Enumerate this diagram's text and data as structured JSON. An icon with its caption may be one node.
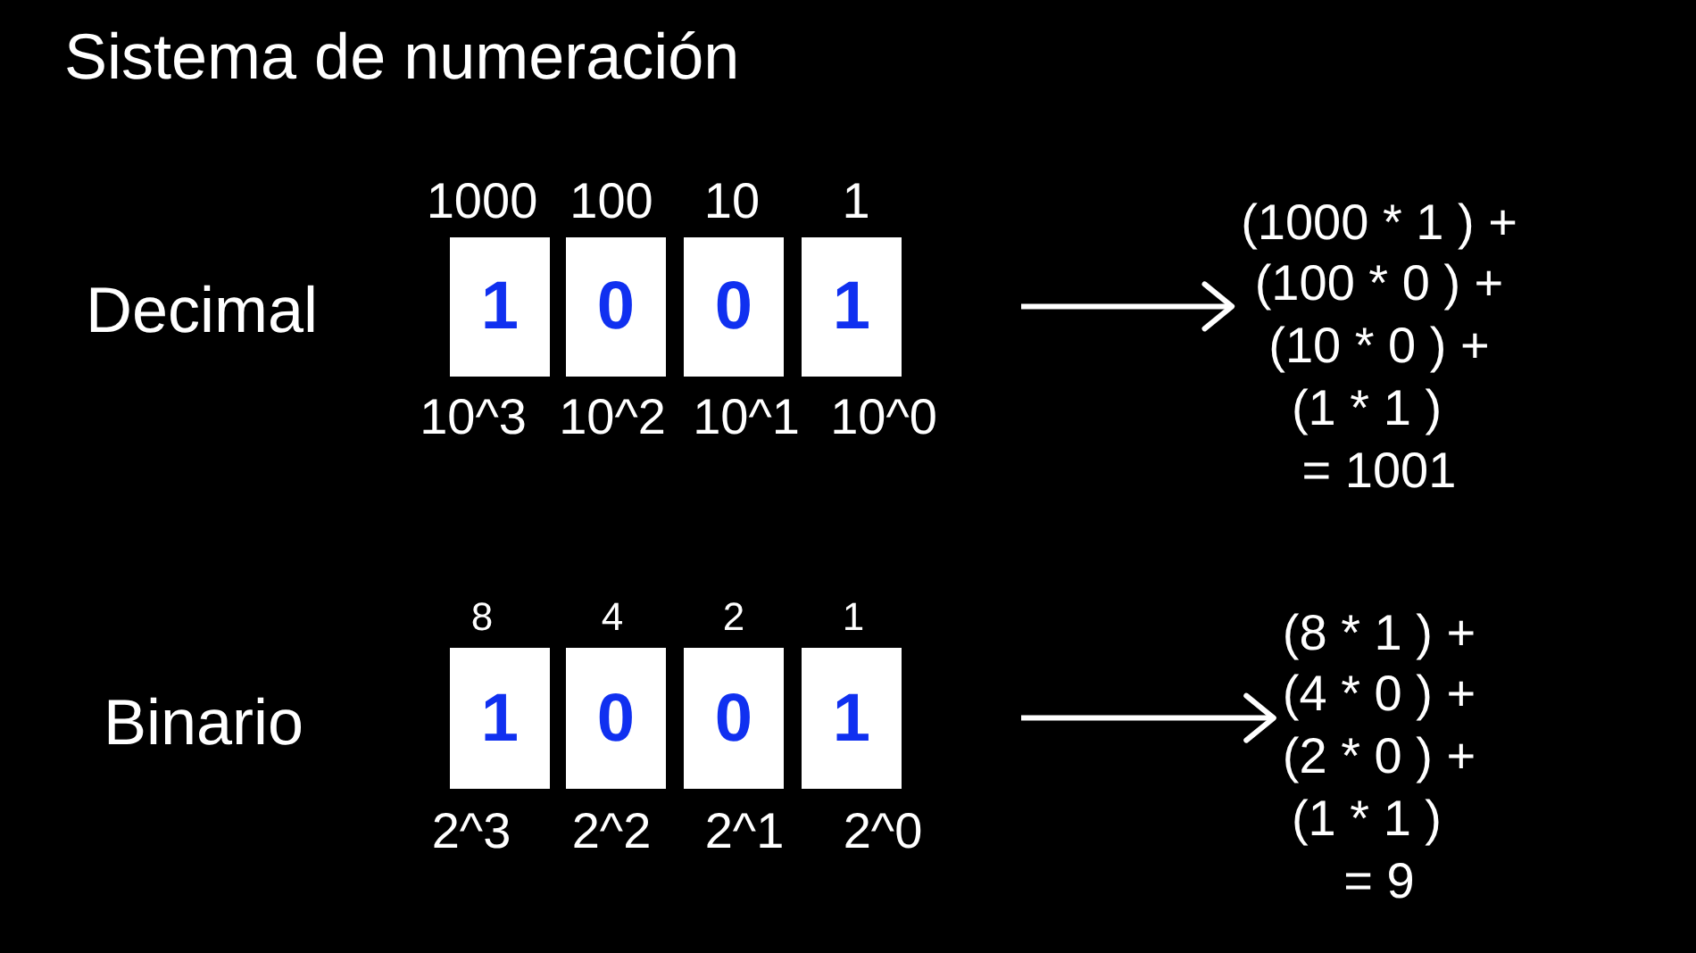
{
  "diagram": {
    "title": "Sistema de numeración",
    "nodes": [
      {
        "text": [
          "1"
        ],
        "beside": [
          "1000",
          "10^3"
        ]
      },
      {
        "text": [
          "0"
        ],
        "beside": [
          "100",
          "10^2"
        ]
      },
      {
        "text": [
          "0"
        ],
        "beside": [
          "10",
          "10^1"
        ]
      },
      {
        "text": [
          "1"
        ],
        "beside": [
          "1",
          "10^0"
        ]
      },
      {
        "text": [
          "(1000 * 1 ) +",
          "(100 * 0 ) +",
          "(10 * 0 ) +",
          "(1 * 1 )",
          "= 1001"
        ]
      },
      {
        "text": [
          "1"
        ],
        "beside": [
          "8",
          "2^3"
        ]
      },
      {
        "text": [
          "0"
        ],
        "beside": [
          "4",
          "2^2"
        ]
      },
      {
        "text": [
          "0"
        ],
        "beside": [
          "2",
          "2^1"
        ]
      },
      {
        "text": [
          "1"
        ],
        "beside": [
          "1",
          "2^0"
        ]
      },
      {
        "text": [
          "(8 * 1 ) +",
          "(4 * 0 ) +",
          "(2 * 0 ) +",
          "(1 * 1 )",
          "= 9"
        ]
      }
    ],
    "edges": [
      {
        "from": null,
        "to": 4,
        "arrow": "to"
      },
      {
        "from": null,
        "to": 9,
        "arrow": "to"
      }
    ],
    "labels": [
      "Decimal",
      "Binario"
    ]
  }
}
